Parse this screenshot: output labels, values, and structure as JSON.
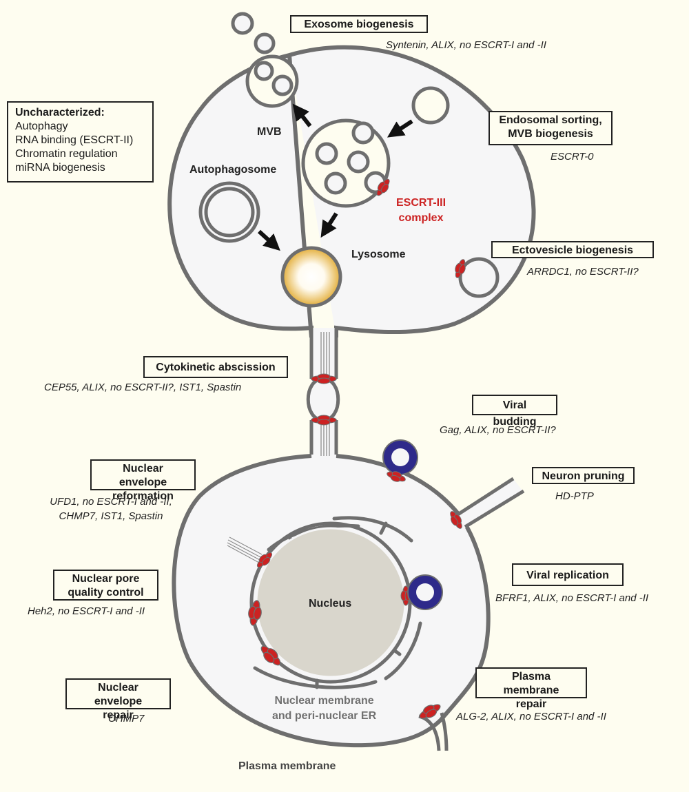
{
  "figure": {
    "colors": {
      "background": "#fefdf0",
      "membrane": "#6e6e6e",
      "cytoplasm": "#f6f6f7",
      "escrt_iii": "#cc2222",
      "nucleus": "#d9d6cc",
      "virus": "#2e2a8a",
      "lysosome": "#e3ae3a",
      "arrow": "#111111"
    },
    "structures": {
      "mvb": "MVB",
      "autophagosome": "Autophagosome",
      "lysosome": "Lysosome",
      "escrt_iii": [
        "ESCRT-III",
        "complex"
      ],
      "nucleus": "Nucleus",
      "nuclear_membrane": [
        "Nuclear membrane",
        "and peri-nuclear ER"
      ],
      "plasma_membrane": "Plasma membrane"
    },
    "uncharacterized": {
      "heading": "Uncharacterized:",
      "items": [
        "Autophagy",
        "RNA binding (ESCRT-II)",
        "Chromatin regulation",
        "miRNA biogenesis"
      ]
    },
    "processes": [
      {
        "id": "exosome",
        "title": [
          "Exosome biogenesis"
        ],
        "factors": [
          "Syntenin, ALIX, no ESCRT-I and -II"
        ]
      },
      {
        "id": "endosomal",
        "title": [
          "Endosomal sorting,",
          "MVB biogenesis"
        ],
        "factors": [
          "ESCRT-0"
        ]
      },
      {
        "id": "ectovesicle",
        "title": [
          "Ectovesicle biogenesis"
        ],
        "factors": [
          "ARRDC1, no ESCRT-II?"
        ]
      },
      {
        "id": "cytokinetic",
        "title": [
          "Cytokinetic abscission"
        ],
        "factors": [
          "CEP55, ALIX, no ESCRT-II?, IST1, Spastin"
        ]
      },
      {
        "id": "viral-budding",
        "title": [
          "Viral budding"
        ],
        "factors": [
          "Gag, ALIX, no ESCRT-II?"
        ]
      },
      {
        "id": "ne-reformation",
        "title": [
          "Nuclear envelope",
          "reformation"
        ],
        "factors": [
          "UFD1, no ESCRT-I and -II,",
          "CHMP7, IST1, Spastin"
        ]
      },
      {
        "id": "neuron-pruning",
        "title": [
          "Neuron pruning"
        ],
        "factors": [
          "HD-PTP"
        ]
      },
      {
        "id": "npc-qc",
        "title": [
          "Nuclear pore",
          "quality control"
        ],
        "factors": [
          "Heh2, no ESCRT-I and -II"
        ]
      },
      {
        "id": "viral-replication",
        "title": [
          "Viral replication"
        ],
        "factors": [
          "BFRF1, ALIX, no ESCRT-I and  -II"
        ]
      },
      {
        "id": "ne-repair",
        "title": [
          "Nuclear envelope",
          "repair"
        ],
        "factors": [
          "CHMP7"
        ]
      },
      {
        "id": "pm-repair",
        "title": [
          "Plasma membrane",
          "repair"
        ],
        "factors": [
          "ALG-2, ALIX, no ESCRT-I and  -II"
        ]
      }
    ]
  }
}
